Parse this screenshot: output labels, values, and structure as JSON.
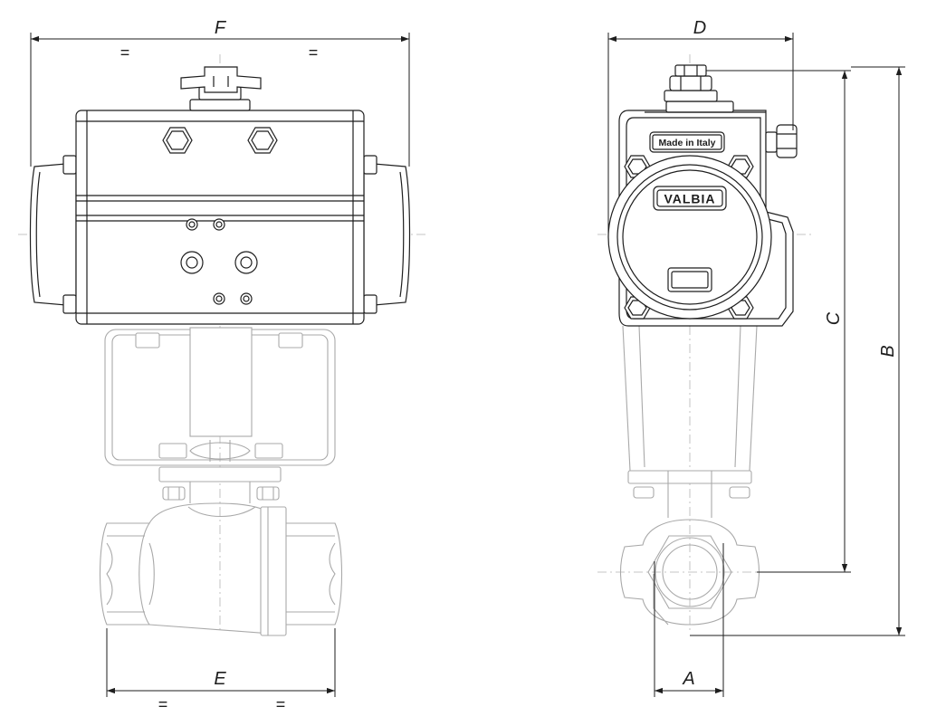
{
  "dimensions": {
    "A": "A",
    "B": "B",
    "C": "C",
    "D": "D",
    "E": "E",
    "F": "F",
    "equal_mark": "="
  },
  "markings": {
    "plate_text": "Made in Italy",
    "brand_logo": "VALBIA"
  },
  "icons": {
    "dimension_arrow": "arrowhead",
    "hex_bolt": "hex-bolt-icon",
    "position_indicator": "indicator-icon"
  },
  "colors": {
    "outline": "#1e1e1e",
    "hidden_lines": "#a9a9a9",
    "center_lines": "#b4b4b4",
    "background": "#ffffff"
  }
}
